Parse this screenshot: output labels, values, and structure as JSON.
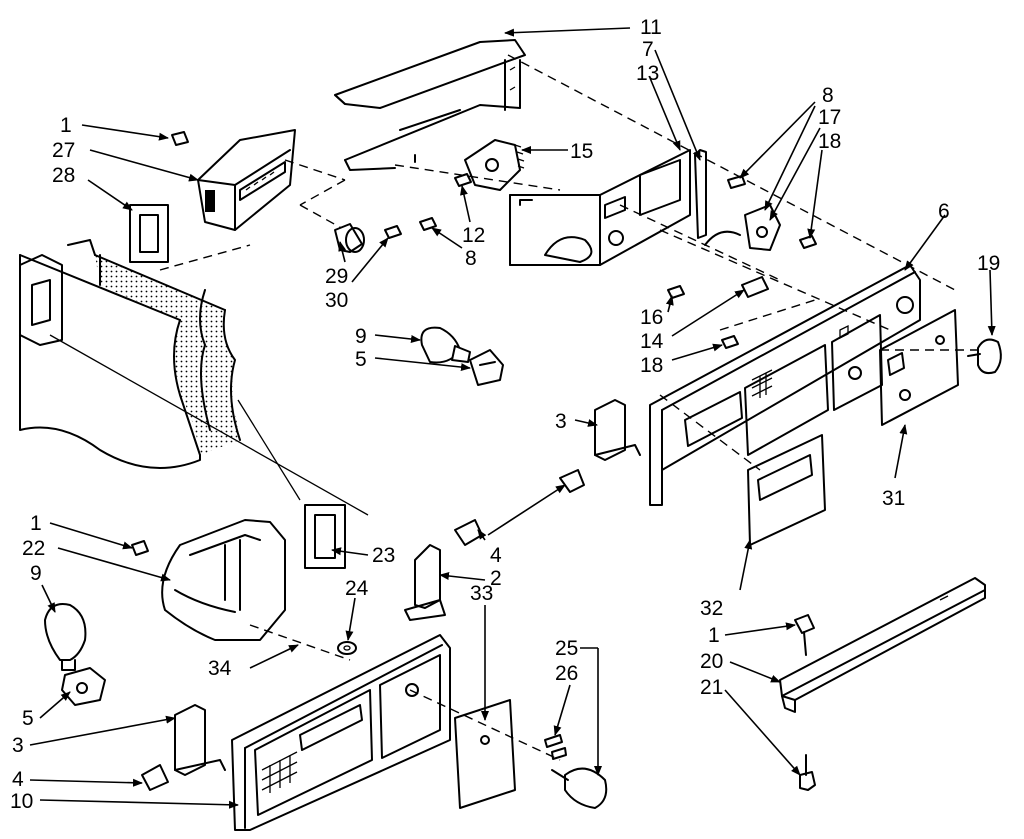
{
  "diagram": {
    "callouts": [
      {
        "id": "c11a",
        "text": "11"
      },
      {
        "id": "c7a",
        "text": "7"
      },
      {
        "id": "c13",
        "text": "13"
      },
      {
        "id": "c15",
        "text": "15"
      },
      {
        "id": "c8a",
        "text": "8"
      },
      {
        "id": "c17",
        "text": "17"
      },
      {
        "id": "c18a",
        "text": "18"
      },
      {
        "id": "c6",
        "text": "6"
      },
      {
        "id": "c19",
        "text": "19"
      },
      {
        "id": "c1a",
        "text": "1"
      },
      {
        "id": "c27",
        "text": "27"
      },
      {
        "id": "c28",
        "text": "28"
      },
      {
        "id": "c12",
        "text": "12"
      },
      {
        "id": "c8b",
        "text": "8"
      },
      {
        "id": "c29",
        "text": "29"
      },
      {
        "id": "c30",
        "text": "30"
      },
      {
        "id": "c9a",
        "text": "9"
      },
      {
        "id": "c5a",
        "text": "5"
      },
      {
        "id": "c16",
        "text": "16"
      },
      {
        "id": "c14",
        "text": "14"
      },
      {
        "id": "c18b",
        "text": "18"
      },
      {
        "id": "c3a",
        "text": "3"
      },
      {
        "id": "c31",
        "text": "31"
      },
      {
        "id": "c1b",
        "text": "1"
      },
      {
        "id": "c22",
        "text": "22"
      },
      {
        "id": "c9b",
        "text": "9"
      },
      {
        "id": "c23",
        "text": "23"
      },
      {
        "id": "c24",
        "text": "24"
      },
      {
        "id": "c4a",
        "text": "4"
      },
      {
        "id": "c2",
        "text": "2"
      },
      {
        "id": "c34",
        "text": "34"
      },
      {
        "id": "c33",
        "text": "33"
      },
      {
        "id": "c32",
        "text": "32"
      },
      {
        "id": "c25",
        "text": "25"
      },
      {
        "id": "c26",
        "text": "26"
      },
      {
        "id": "c1c",
        "text": "1"
      },
      {
        "id": "c20",
        "text": "20"
      },
      {
        "id": "c21",
        "text": "21"
      },
      {
        "id": "c5b",
        "text": "5"
      },
      {
        "id": "c3b",
        "text": "3"
      },
      {
        "id": "c4b",
        "text": "4"
      },
      {
        "id": "c10",
        "text": "10"
      }
    ]
  }
}
